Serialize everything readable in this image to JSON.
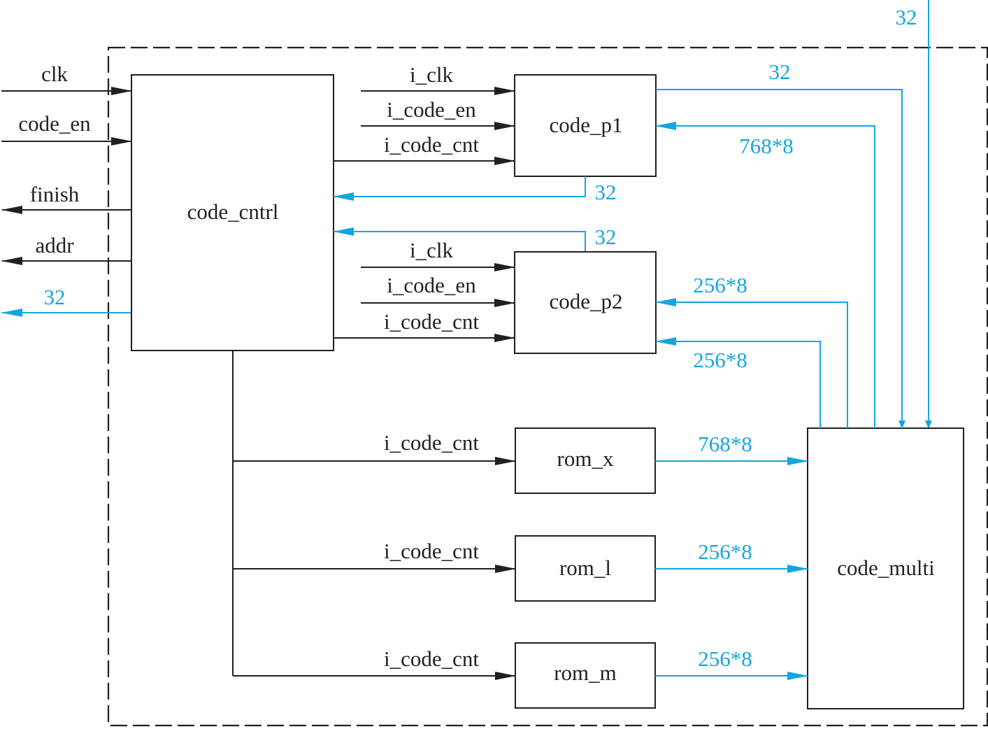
{
  "colors": {
    "signal": "#231f20",
    "bus": "#13a6e0"
  },
  "blocks": {
    "code_cntrl": "code_cntrl",
    "code_p1": "code_p1",
    "code_p2": "code_p2",
    "rom_x": "rom_x",
    "rom_l": "rom_l",
    "rom_m": "rom_m",
    "code_multi": "code_multi"
  },
  "external": {
    "clk": "clk",
    "code_en": "code_en",
    "finish": "finish",
    "addr": "addr",
    "out_width": "32",
    "top_in_width": "32"
  },
  "p1_inputs": [
    "i_clk",
    "i_code_en",
    "i_code_cnt"
  ],
  "p2_inputs": [
    "i_clk",
    "i_code_en",
    "i_code_cnt"
  ],
  "rom_inputs": [
    "i_code_cnt",
    "i_code_cnt",
    "i_code_cnt"
  ],
  "buses": {
    "p1_to_multi": "32",
    "multi_to_p1": "768*8",
    "p1_to_cntrl": "32",
    "p2_to_cntrl": "32",
    "multi_to_p2_a": "256*8",
    "multi_to_p2_b": "256*8",
    "rom_x_to_multi": "768*8",
    "rom_l_to_multi": "256*8",
    "rom_m_to_multi": "256*8"
  }
}
